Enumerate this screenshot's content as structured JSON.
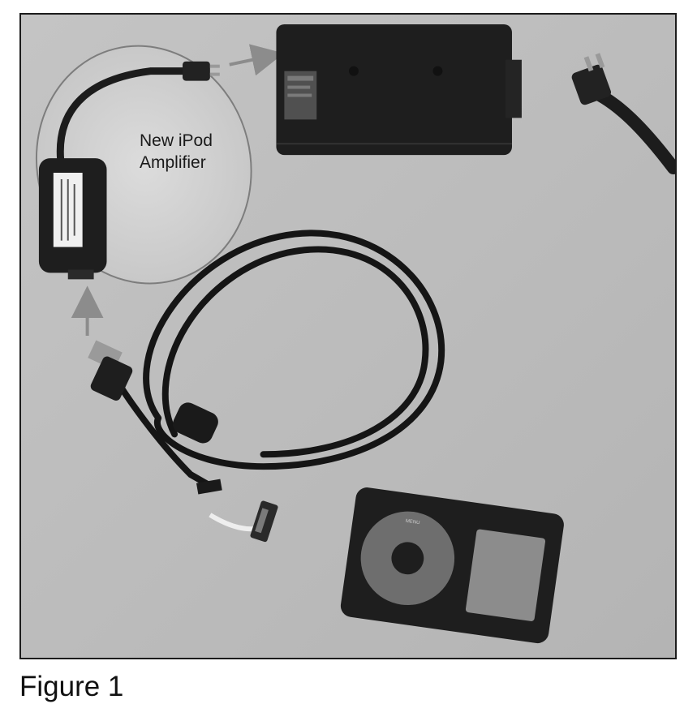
{
  "photo": {
    "callout_line1": "New iPod",
    "callout_line2": "Amplifier"
  },
  "caption": "Figure 1",
  "colors": {
    "background_gray": "#bcbcbc",
    "device_black": "#1e1e1e",
    "arrow_gray": "#8c8c8c",
    "ellipse_outline": "#7d7d7d"
  },
  "icons": {
    "devices": [
      "amplifier-dongle-icon",
      "power-adapter-icon",
      "wall-plug-icon",
      "usb-plug-icon",
      "ipod-icon"
    ]
  }
}
